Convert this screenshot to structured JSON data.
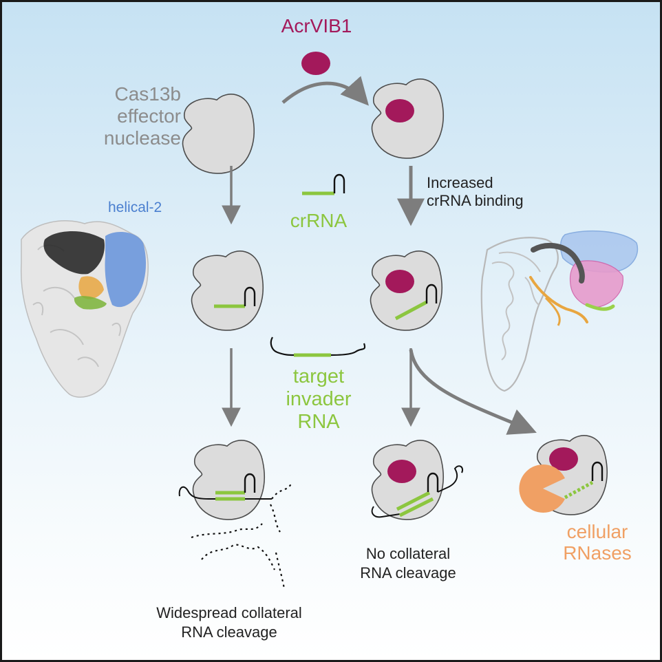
{
  "labels": {
    "acr": "AcrVIB1",
    "cas_line1": "Cas13b",
    "cas_line2": "effector",
    "cas_line3": "nuclease",
    "helical": "helical-2",
    "crrna": "crRNA",
    "increased_line1": "Increased",
    "increased_line2": "crRNA binding",
    "target_line1": "target",
    "target_line2": "invader",
    "target_line3": "RNA",
    "no_coll_line1": "No collateral",
    "no_coll_line2": "RNA cleavage",
    "widespread_line1": "Widespread collateral",
    "widespread_line2": "RNA cleavage",
    "cellular_line1": "cellular",
    "cellular_line2": "RNases"
  },
  "colors": {
    "acr": "#a3195b",
    "gray_text": "#8c8c8c",
    "helical": "#4a7fcf",
    "green": "#8cc63f",
    "orange": "#f0a064",
    "cas_fill": "#dcdcdc",
    "cas_stroke": "#4d4d4d",
    "arrow": "#7d7d7d",
    "text": "#222222"
  },
  "icons": {
    "cas13b": "cas13b-bean-icon",
    "acr": "acrvib1-oval-icon",
    "crrna": "crrna-hairpin-icon",
    "rnase": "pacman-rnase-icon",
    "structures": "protein-structure-render"
  }
}
